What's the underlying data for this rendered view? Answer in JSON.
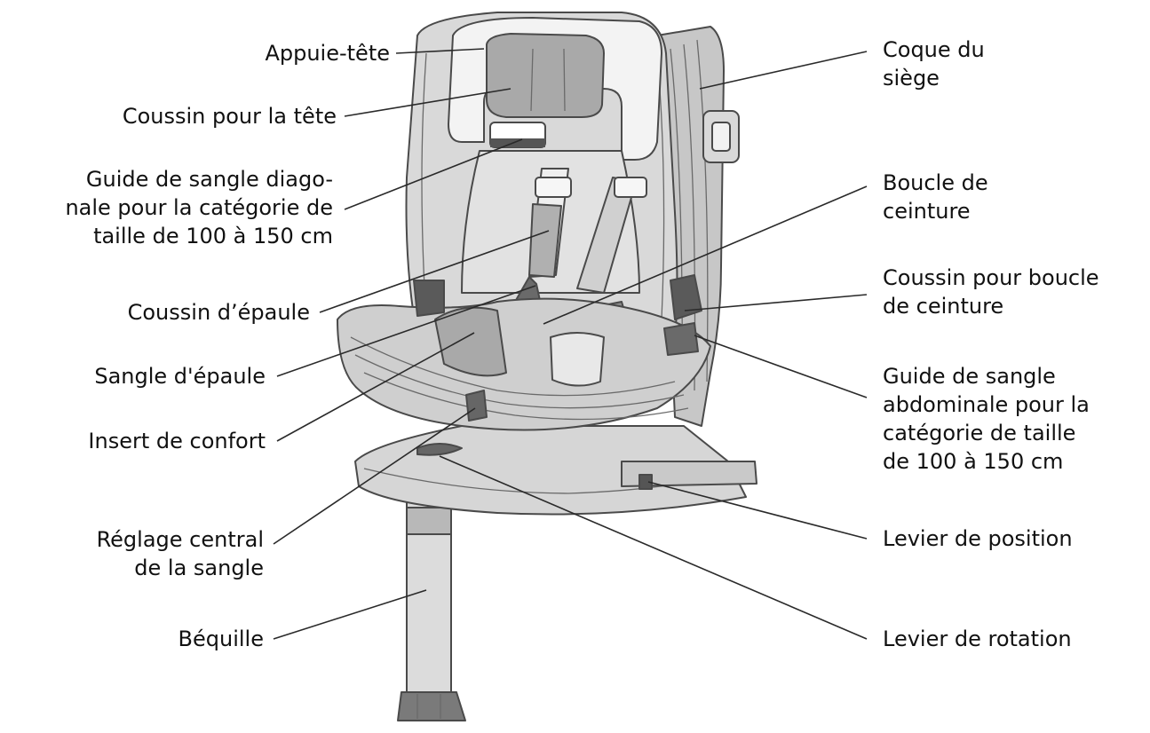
{
  "colors": {
    "line": "#2a2a2a",
    "shell": "#d9d9d9",
    "shell_dark": "#bdbdbd",
    "padding": "#e9e9e9",
    "highlight": "#f7f7f7",
    "dark_part": "#5a5a5a"
  },
  "labels": {
    "left": [
      {
        "key": "headrest",
        "text": "Appuie-tête"
      },
      {
        "key": "head_cushion",
        "text": "Coussin pour la tête"
      },
      {
        "key": "diagonal_guide",
        "text": "Guide de sangle diago-\nnale pour la catégorie de\ntaille de 100 à 150 cm"
      },
      {
        "key": "shoulder_pad",
        "text": "Coussin d’épaule"
      },
      {
        "key": "shoulder_strap",
        "text": "Sangle d'épaule"
      },
      {
        "key": "comfort_insert",
        "text": "Insert de confort"
      },
      {
        "key": "central_adjuster",
        "text": "Réglage central\nde la sangle"
      },
      {
        "key": "support_leg",
        "text": "Béquille"
      }
    ],
    "right": [
      {
        "key": "seat_shell",
        "text": "Coque du\nsiège"
      },
      {
        "key": "buckle",
        "text": "Boucle de\nceinture"
      },
      {
        "key": "buckle_pad",
        "text": "Coussin pour boucle\nde ceinture"
      },
      {
        "key": "lap_guide",
        "text": "Guide de sangle\nabdominale pour la\ncatégorie de taille\nde 100 à 150 cm"
      },
      {
        "key": "position_lever",
        "text": "Levier de position"
      },
      {
        "key": "rotation_lever",
        "text": "Levier de rotation"
      }
    ]
  }
}
